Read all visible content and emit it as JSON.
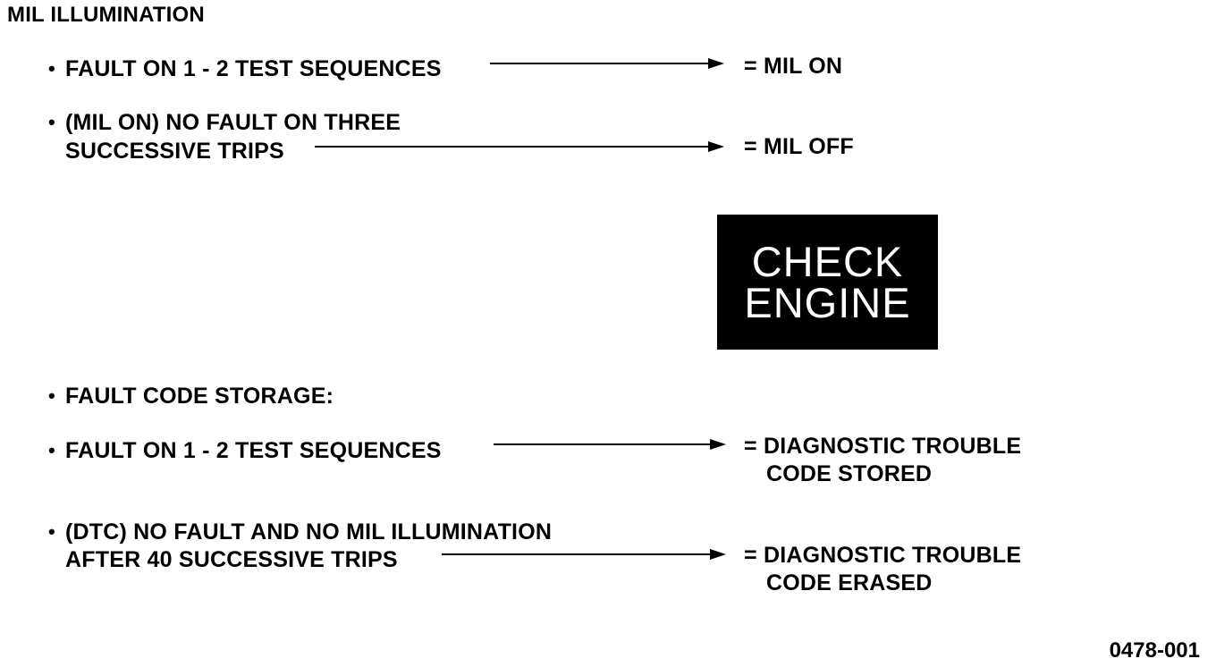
{
  "title": "MIL ILLUMINATION",
  "rules": [
    {
      "lines": [
        "FAULT ON 1 - 2 TEST SEQUENCES"
      ],
      "result": [
        "= MIL ON"
      ]
    },
    {
      "lines": [
        "(MIL ON) NO FAULT ON THREE",
        "SUCCESSIVE TRIPS"
      ],
      "result": [
        "= MIL OFF"
      ]
    },
    {
      "lines": [
        "FAULT CODE STORAGE:"
      ],
      "result": []
    },
    {
      "lines": [
        "FAULT ON 1 - 2 TEST SEQUENCES"
      ],
      "result": [
        "= DIAGNOSTIC TROUBLE",
        "CODE STORED"
      ]
    },
    {
      "lines": [
        "(DTC) NO FAULT AND NO MIL ILLUMINATION",
        "AFTER 40 SUCCESSIVE TRIPS"
      ],
      "result": [
        "= DIAGNOSTIC TROUBLE",
        "CODE ERASED"
      ]
    }
  ],
  "lamp": {
    "line1": "CHECK",
    "line2": "ENGINE"
  },
  "figure_code": "0478-001",
  "colors": {
    "ink": "#000000",
    "paper": "#ffffff"
  }
}
